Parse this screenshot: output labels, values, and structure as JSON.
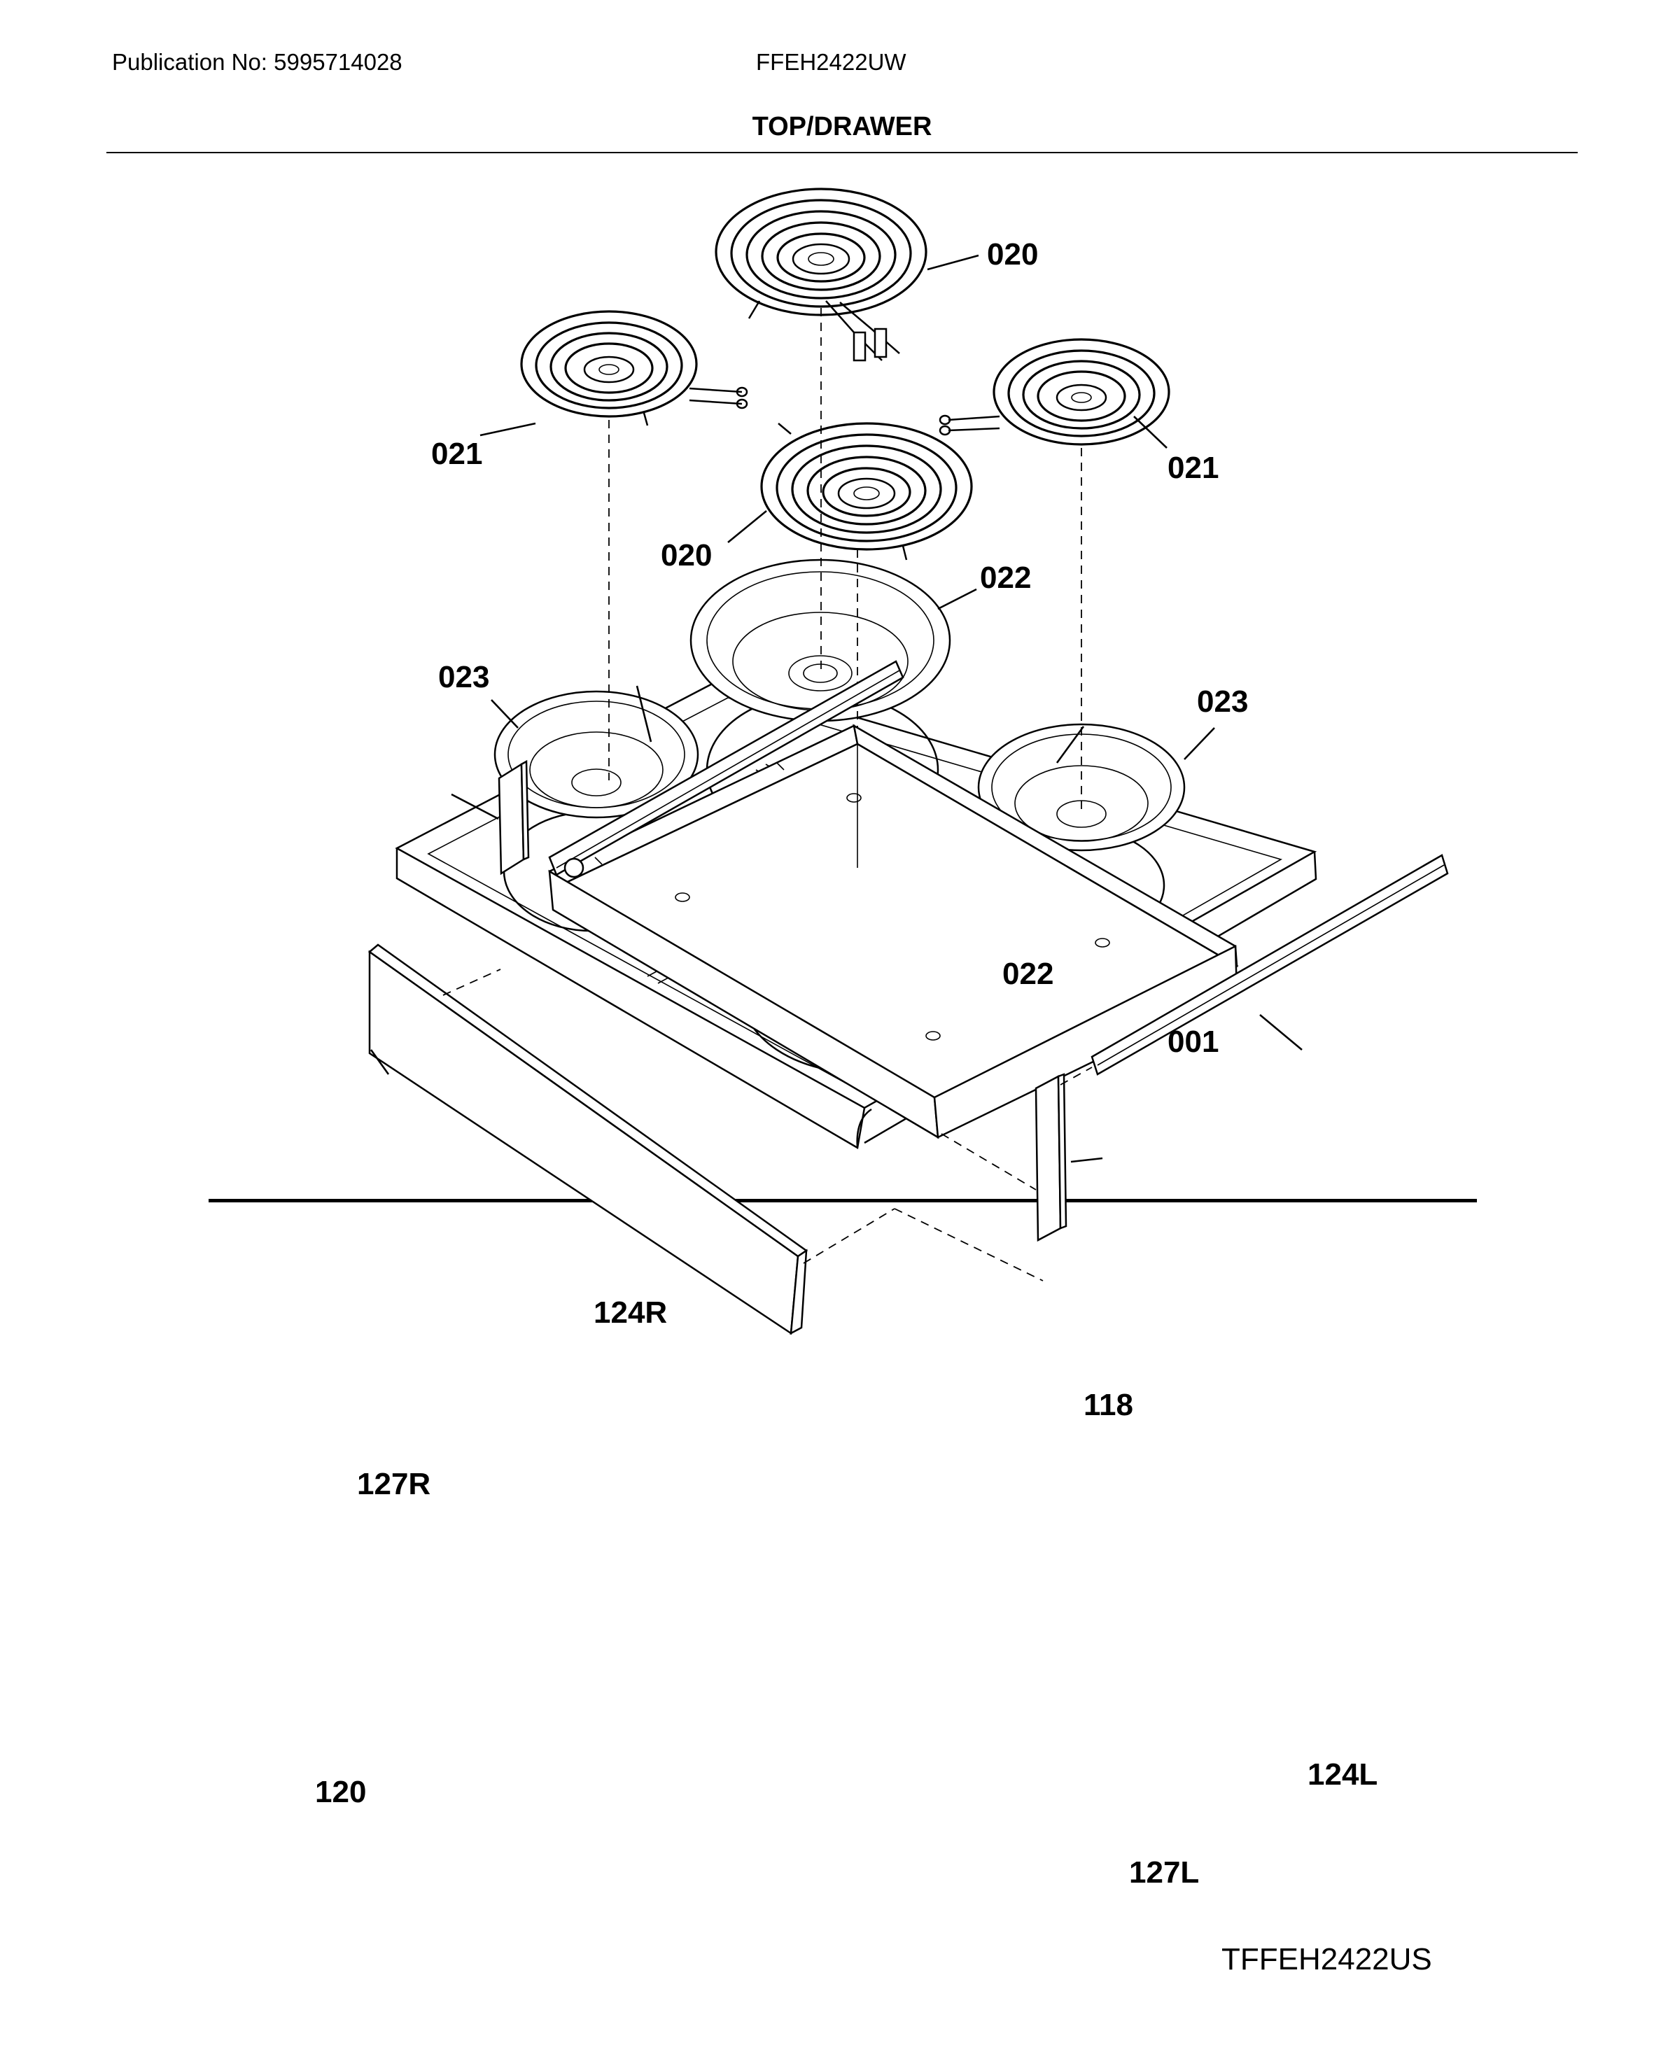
{
  "header": {
    "publication": "Publication No: 5995714028",
    "model": "FFEH2422UW",
    "section_title": "TOP/DRAWER"
  },
  "callouts": {
    "c020_top": "020",
    "c021_left": "021",
    "c021_right": "021",
    "c020_mid": "020",
    "c022_top": "022",
    "c023_left": "023",
    "c023_right": "023",
    "c022_bottom": "022",
    "c001": "001",
    "c124R": "124R",
    "c118": "118",
    "c127R": "127R",
    "c120": "120",
    "c124L": "124L",
    "c127L": "127L"
  },
  "footer": {
    "diagram_code": "TFFEH2422US"
  }
}
